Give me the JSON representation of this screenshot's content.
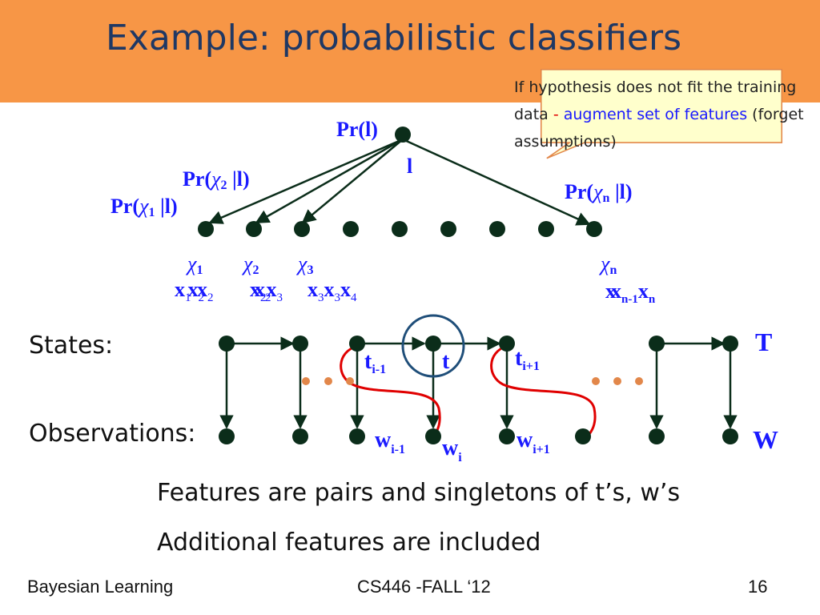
{
  "title": "Example: probabilistic classifiers",
  "callout": {
    "part1": "If hypothesis does not  fit the training data",
    "dash": " - ",
    "part2": "augment set of features",
    "part3": "  (forget assumptions)"
  },
  "bayes": {
    "root_prob": "Pr(l)",
    "root_label": "l",
    "edge_pr": "Pr(",
    "given_l": " |l)",
    "chi": "χ",
    "sub_1": "1",
    "sub_2": "2",
    "sub_3": "3",
    "sub_n": "n",
    "x": "x",
    "x_subs_a": "1",
    "x_subs_b": "2",
    "x_subs_c": "3",
    "x_subs_d": "4",
    "x_subs_n1": "n-1"
  },
  "hmm": {
    "states_label": "States:",
    "observations_label": "Observations:",
    "T": "T",
    "W": "W",
    "t": "t",
    "w": "w",
    "sub_im1": "i-1",
    "sub_i": "i",
    "sub_ip1": "i+1"
  },
  "notes": {
    "line1": "Features are pairs and singletons of t’s,  w’s",
    "line2": "Additional features are included"
  },
  "footer": {
    "left": "Bayesian Learning",
    "center": "CS446 -FALL ‘12",
    "page": "16"
  },
  "colors": {
    "header": "#F79646",
    "title": "#1F3864",
    "node": "#0B2D1A",
    "label_blue": "#1a1aff",
    "curve_red": "#e00000",
    "dots_orange": "#E2874A"
  }
}
